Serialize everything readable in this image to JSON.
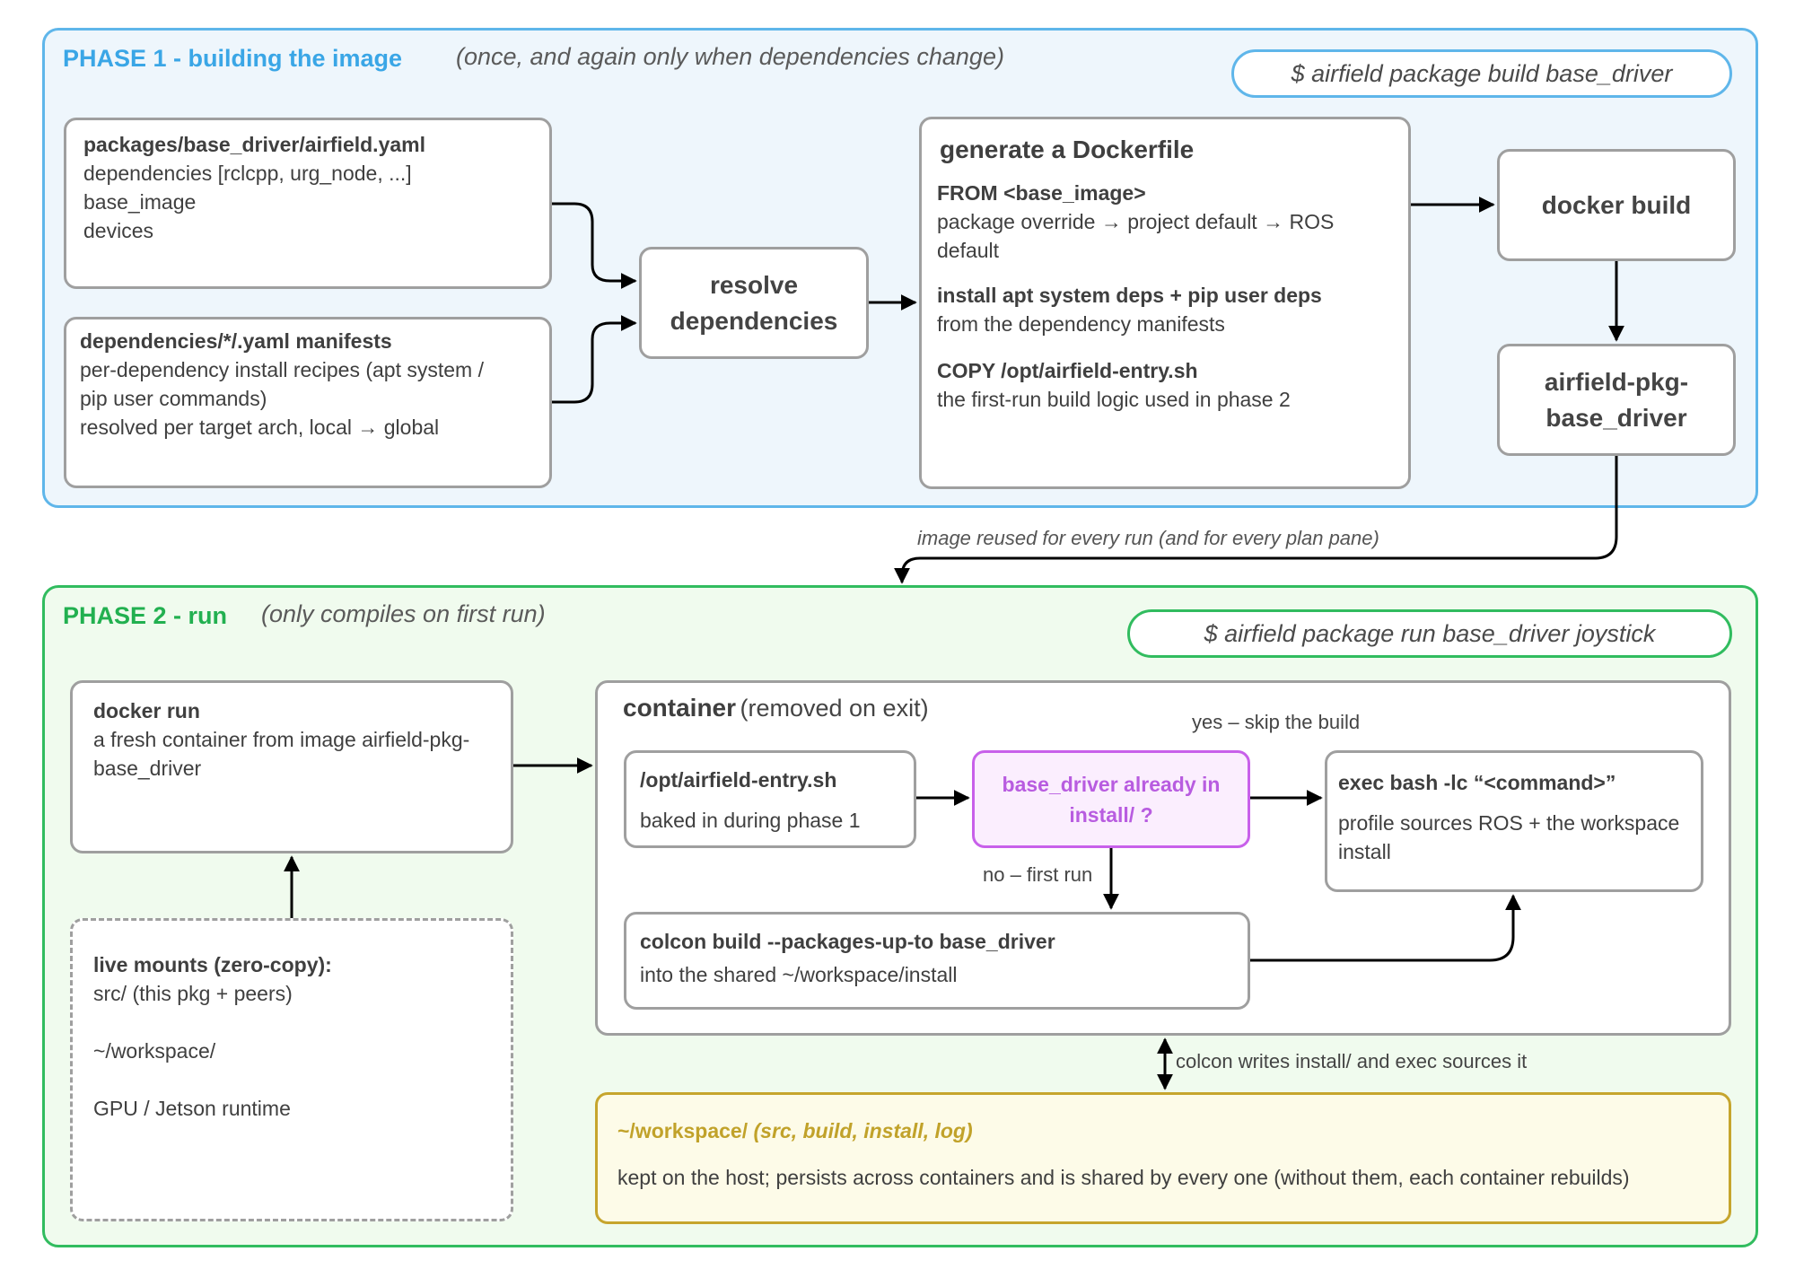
{
  "phase1": {
    "title": "PHASE 1 - building the image",
    "subtitle": "(once, and again only when dependencies change)",
    "command": "$ airfield package build base_driver",
    "manifest_box": {
      "title": "packages/base_driver/airfield.yaml",
      "lines": [
        "dependencies [rclcpp, urg_node, ...]",
        "base_image",
        "devices"
      ]
    },
    "deps_box": {
      "title": "dependencies/*/.yaml manifests",
      "lines": [
        "per-dependency install recipes (apt system /",
        "pip user commands)",
        "resolved per target arch, local → global"
      ]
    },
    "resolve_box": {
      "lines": [
        "resolve",
        "dependencies"
      ]
    },
    "dockerfile_box": {
      "title": "generate a Dockerfile",
      "sections": [
        {
          "heading": "FROM <base_image>",
          "lines": [
            "package override → project default → ROS",
            "default"
          ]
        },
        {
          "heading": "install apt system deps + pip user deps",
          "lines": [
            "from the dependency manifests"
          ]
        },
        {
          "heading": "COPY /opt/airfield-entry.sh",
          "lines": [
            "the first-run build logic used in phase 2"
          ]
        }
      ]
    },
    "docker_build_box": {
      "label": "docker build"
    },
    "image_box": {
      "lines": [
        "airfield-pkg-",
        "base_driver"
      ]
    }
  },
  "connector_label": "image reused for every run (and for every plan pane)",
  "phase2": {
    "title": "PHASE 2 - run",
    "subtitle": "(only compiles on first run)",
    "command": "$ airfield package run base_driver joystick",
    "docker_run_box": {
      "title": "docker run",
      "lines": [
        "a fresh container from image airfield-pkg-",
        "base_driver"
      ]
    },
    "mounts_box": {
      "title": "live mounts (zero-copy):",
      "lines": [
        "src/ (this pkg + peers)",
        "~/workspace/",
        "GPU / Jetson runtime"
      ]
    },
    "container": {
      "title": "container",
      "subtitle": "(removed on exit)",
      "entry_box": {
        "title": "/opt/airfield-entry.sh",
        "line": "baked in during phase 1"
      },
      "decision_box": {
        "lines": [
          "base_driver already in",
          "install/ ?"
        ]
      },
      "yes_label": "yes – skip the build",
      "no_label": "no – first run",
      "exec_box": {
        "title": "exec bash -lc “<command>”",
        "lines": [
          "profile sources ROS + the workspace",
          "install"
        ]
      },
      "colcon_box": {
        "title": "colcon build --packages-up-to base_driver",
        "line": "into the shared ~/workspace/install"
      }
    },
    "colcon_label": "colcon writes install/ and exec sources it",
    "workspace_box": {
      "title_prefix": "~/workspace/",
      "title_parts": [
        "(",
        "src",
        ", ",
        "build",
        ", ",
        "install",
        ", ",
        "log",
        ")"
      ],
      "line": "kept on the host; persists across containers and is shared by every one (without them, each container rebuilds)"
    }
  },
  "colors": {
    "phase1_border": "#5fb6ea",
    "phase1_bg": "#eef6fc",
    "phase1_title": "#3aa6e6",
    "phase2_border": "#31bc5f",
    "phase2_bg": "#f0fbee",
    "phase2_title": "#22b050",
    "decision_border": "#c860ea",
    "decision_bg": "#fbeefe",
    "decision_text": "#b85ce0",
    "workspace_border": "#c6a52d",
    "workspace_bg": "#fdfbe8",
    "workspace_title": "#c1a22a"
  }
}
